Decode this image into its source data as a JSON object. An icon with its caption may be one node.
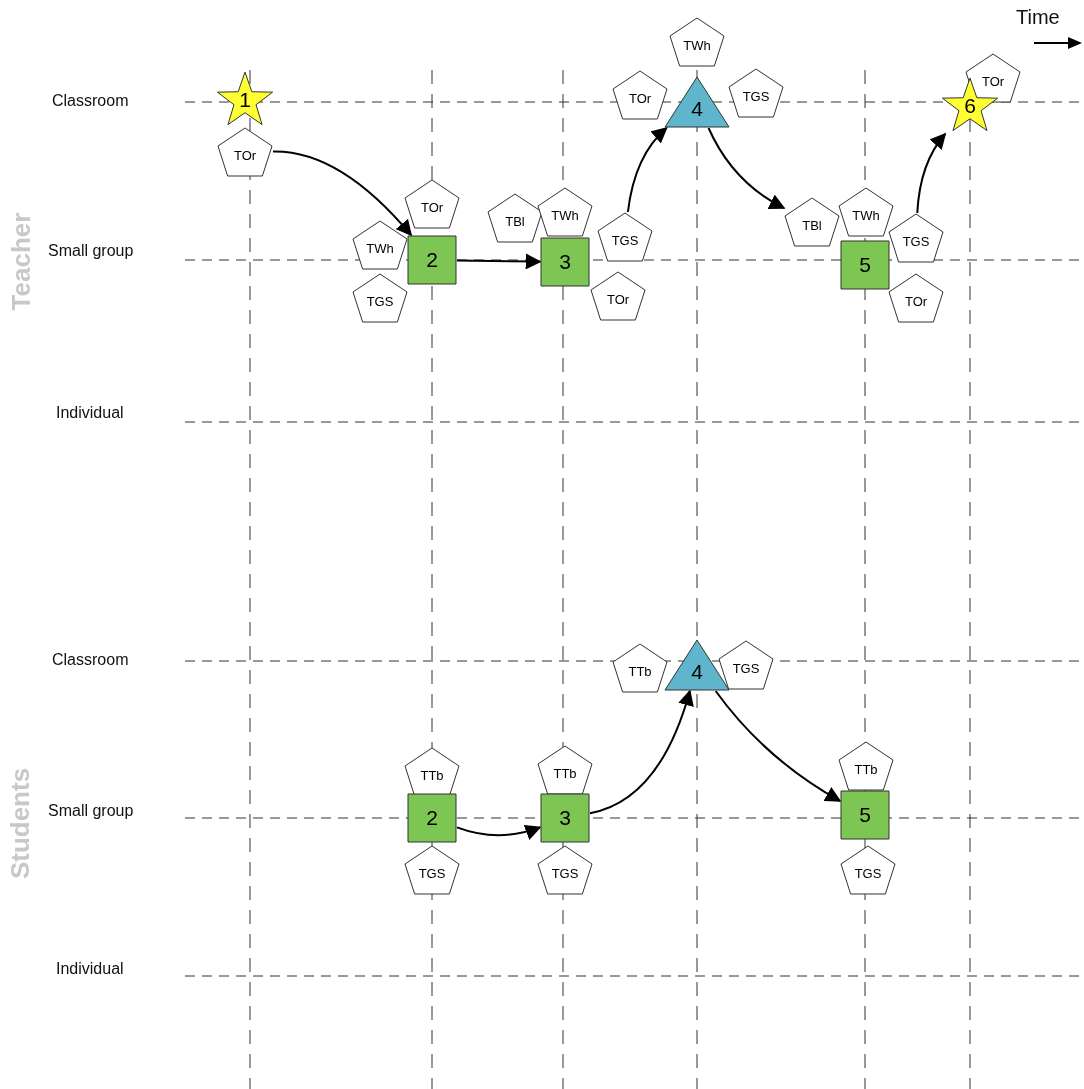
{
  "diagram": {
    "nodes": [
      {
        "text": [
          "1"
        ]
      },
      {
        "text": [
          "TOr"
        ]
      },
      {
        "text": [
          "TOr"
        ]
      },
      {
        "text": [
          "TWh"
        ]
      },
      {
        "text": [
          "2"
        ]
      },
      {
        "text": [
          "TGS"
        ]
      },
      {
        "text": [
          "TBl"
        ]
      },
      {
        "text": [
          "TWh"
        ]
      },
      {
        "text": [
          "3"
        ]
      },
      {
        "text": [
          "TGS"
        ]
      },
      {
        "text": [
          "TOr"
        ]
      },
      {
        "text": [
          "TWh"
        ]
      },
      {
        "text": [
          "TOr"
        ]
      },
      {
        "text": [
          "4"
        ]
      },
      {
        "text": [
          "TGS"
        ]
      },
      {
        "text": [
          "TBl"
        ]
      },
      {
        "text": [
          "TWh"
        ]
      },
      {
        "text": [
          "5"
        ]
      },
      {
        "text": [
          "TGS"
        ]
      },
      {
        "text": [
          "TOr"
        ]
      },
      {
        "text": [
          "TOr"
        ]
      },
      {
        "text": [
          "6"
        ]
      },
      {
        "text": [
          "TTb"
        ]
      },
      {
        "text": [
          "4"
        ]
      },
      {
        "text": [
          "TGS"
        ]
      },
      {
        "text": [
          "TTb"
        ]
      },
      {
        "text": [
          "2"
        ]
      },
      {
        "text": [
          "TGS"
        ]
      },
      {
        "text": [
          "TTb"
        ]
      },
      {
        "text": [
          "3"
        ]
      },
      {
        "text": [
          "TGS"
        ]
      },
      {
        "text": [
          "TTb"
        ]
      },
      {
        "text": [
          "5"
        ]
      },
      {
        "text": [
          "TGS"
        ]
      }
    ],
    "edges": [
      {
        "from": 1,
        "to": 4,
        "arrow": "to"
      },
      {
        "from": 4,
        "to": 8,
        "arrow": "to"
      },
      {
        "from": 9,
        "to": 13,
        "arrow": "to"
      },
      {
        "from": 13,
        "to": 15,
        "arrow": "to"
      },
      {
        "from": 18,
        "to": 21,
        "arrow": "to"
      },
      {
        "from": 26,
        "to": 29,
        "arrow": "to"
      },
      {
        "from": 29,
        "to": 23,
        "arrow": "to"
      },
      {
        "from": 23,
        "to": 32,
        "arrow": "to"
      }
    ],
    "labels": [
      "Time",
      "Classroom",
      "Teacher",
      "Small group",
      "Individual",
      "Classroom",
      "Students",
      "Small group",
      "Individual"
    ]
  }
}
